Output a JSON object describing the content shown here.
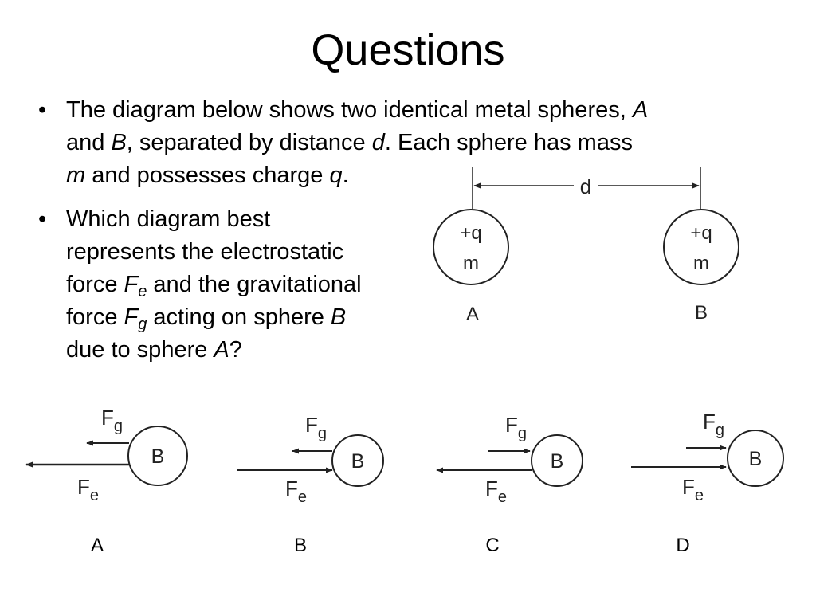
{
  "title": "Questions",
  "bullet_symbol": "•",
  "q1": {
    "l1a": "The diagram below shows two identical metal spheres, ",
    "l1b": "A",
    "l2a": "and ",
    "l2b": "B",
    "l2c": ", separated by distance ",
    "l2d": "d",
    "l2e": ". Each sphere has mass",
    "l3a": "m",
    "l3b": " and possesses charge ",
    "l3c": "q",
    "l3d": "."
  },
  "q2": {
    "l1": "Which diagram best",
    "l2": "represents the electrostatic",
    "l3a": "force ",
    "l3b": "F",
    "l3c": "e",
    "l3d": " and the gravitational",
    "l4a": "force ",
    "l4b": "F",
    "l4c": "g",
    "l4d": " acting on sphere ",
    "l4e": "B",
    "l5a": "due to sphere ",
    "l5b": "A",
    "l5c": "?"
  },
  "setup_diagram": {
    "distance_label": "d",
    "sphere_a": {
      "charge": "+q",
      "mass": "m",
      "label": "A"
    },
    "sphere_b": {
      "charge": "+q",
      "mass": "m",
      "label": "B"
    }
  },
  "options": [
    {
      "label": "A",
      "sphere": "B",
      "fg": "F",
      "fg_sub": "g",
      "fe": "F",
      "fe_sub": "e",
      "fg_direction": "left",
      "fe_direction": "left"
    },
    {
      "label": "B",
      "sphere": "B",
      "fg": "F",
      "fg_sub": "g",
      "fe": "F",
      "fe_sub": "e",
      "fg_direction": "left",
      "fe_direction": "right"
    },
    {
      "label": "C",
      "sphere": "B",
      "fg": "F",
      "fg_sub": "g",
      "fe": "F",
      "fe_sub": "e",
      "fg_direction": "right",
      "fe_direction": "left"
    },
    {
      "label": "D",
      "sphere": "B",
      "fg": "F",
      "fg_sub": "g",
      "fe": "F",
      "fe_sub": "e",
      "fg_direction": "right",
      "fe_direction": "right"
    }
  ],
  "colors": {
    "ink": "#000000",
    "diagram_ink": "#222222",
    "background": "#ffffff"
  }
}
